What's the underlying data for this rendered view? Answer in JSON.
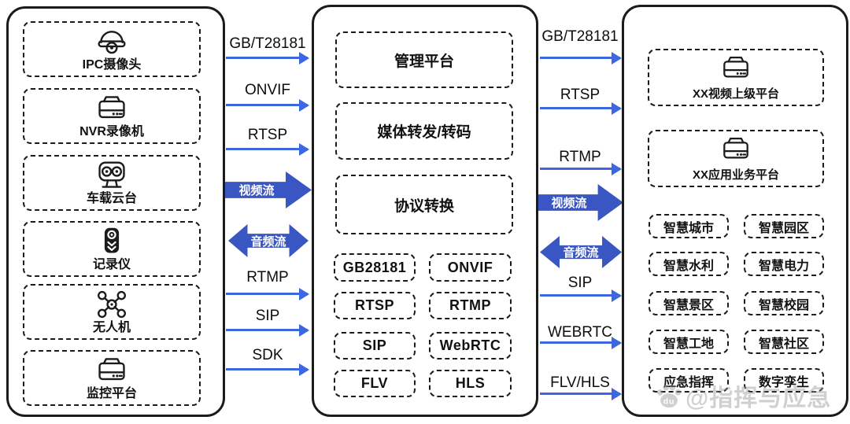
{
  "left_panel": {
    "devices": [
      "IPC摄像头",
      "NVR录像机",
      "车载云台",
      "记录仪",
      "无人机",
      "监控平台"
    ]
  },
  "left_links": [
    "GB/T28181",
    "ONVIF",
    "RTSP",
    "视频流",
    "音频流",
    "RTMP",
    "SIP",
    "SDK"
  ],
  "middle_panel": {
    "modules": [
      "管理平台",
      "媒体转发/转码",
      "协议转换"
    ],
    "protocols": [
      "GB28181",
      "ONVIF",
      "RTSP",
      "RTMP",
      "SIP",
      "WebRTC",
      "FLV",
      "HLS"
    ]
  },
  "right_links": [
    "GB/T28181",
    "RTSP",
    "RTMP",
    "视频流",
    "音频流",
    "SIP",
    "WEBRTC",
    "FLV/HLS"
  ],
  "right_panel": {
    "platforms": [
      "XX视频上级平台",
      "XX应用业务平台"
    ],
    "apps": [
      "智慧城市",
      "智慧园区",
      "智慧水利",
      "智慧电力",
      "智慧景区",
      "智慧校园",
      "智慧工地",
      "智慧社区",
      "应急指挥",
      "数字孪生"
    ]
  },
  "watermark": {
    "logo_text": "du",
    "text": "@指挥与应急"
  },
  "colors": {
    "protocol_arrow": "#3c67e0",
    "stream_arrow": "#3a56c3",
    "border": "#1b1b1b"
  }
}
